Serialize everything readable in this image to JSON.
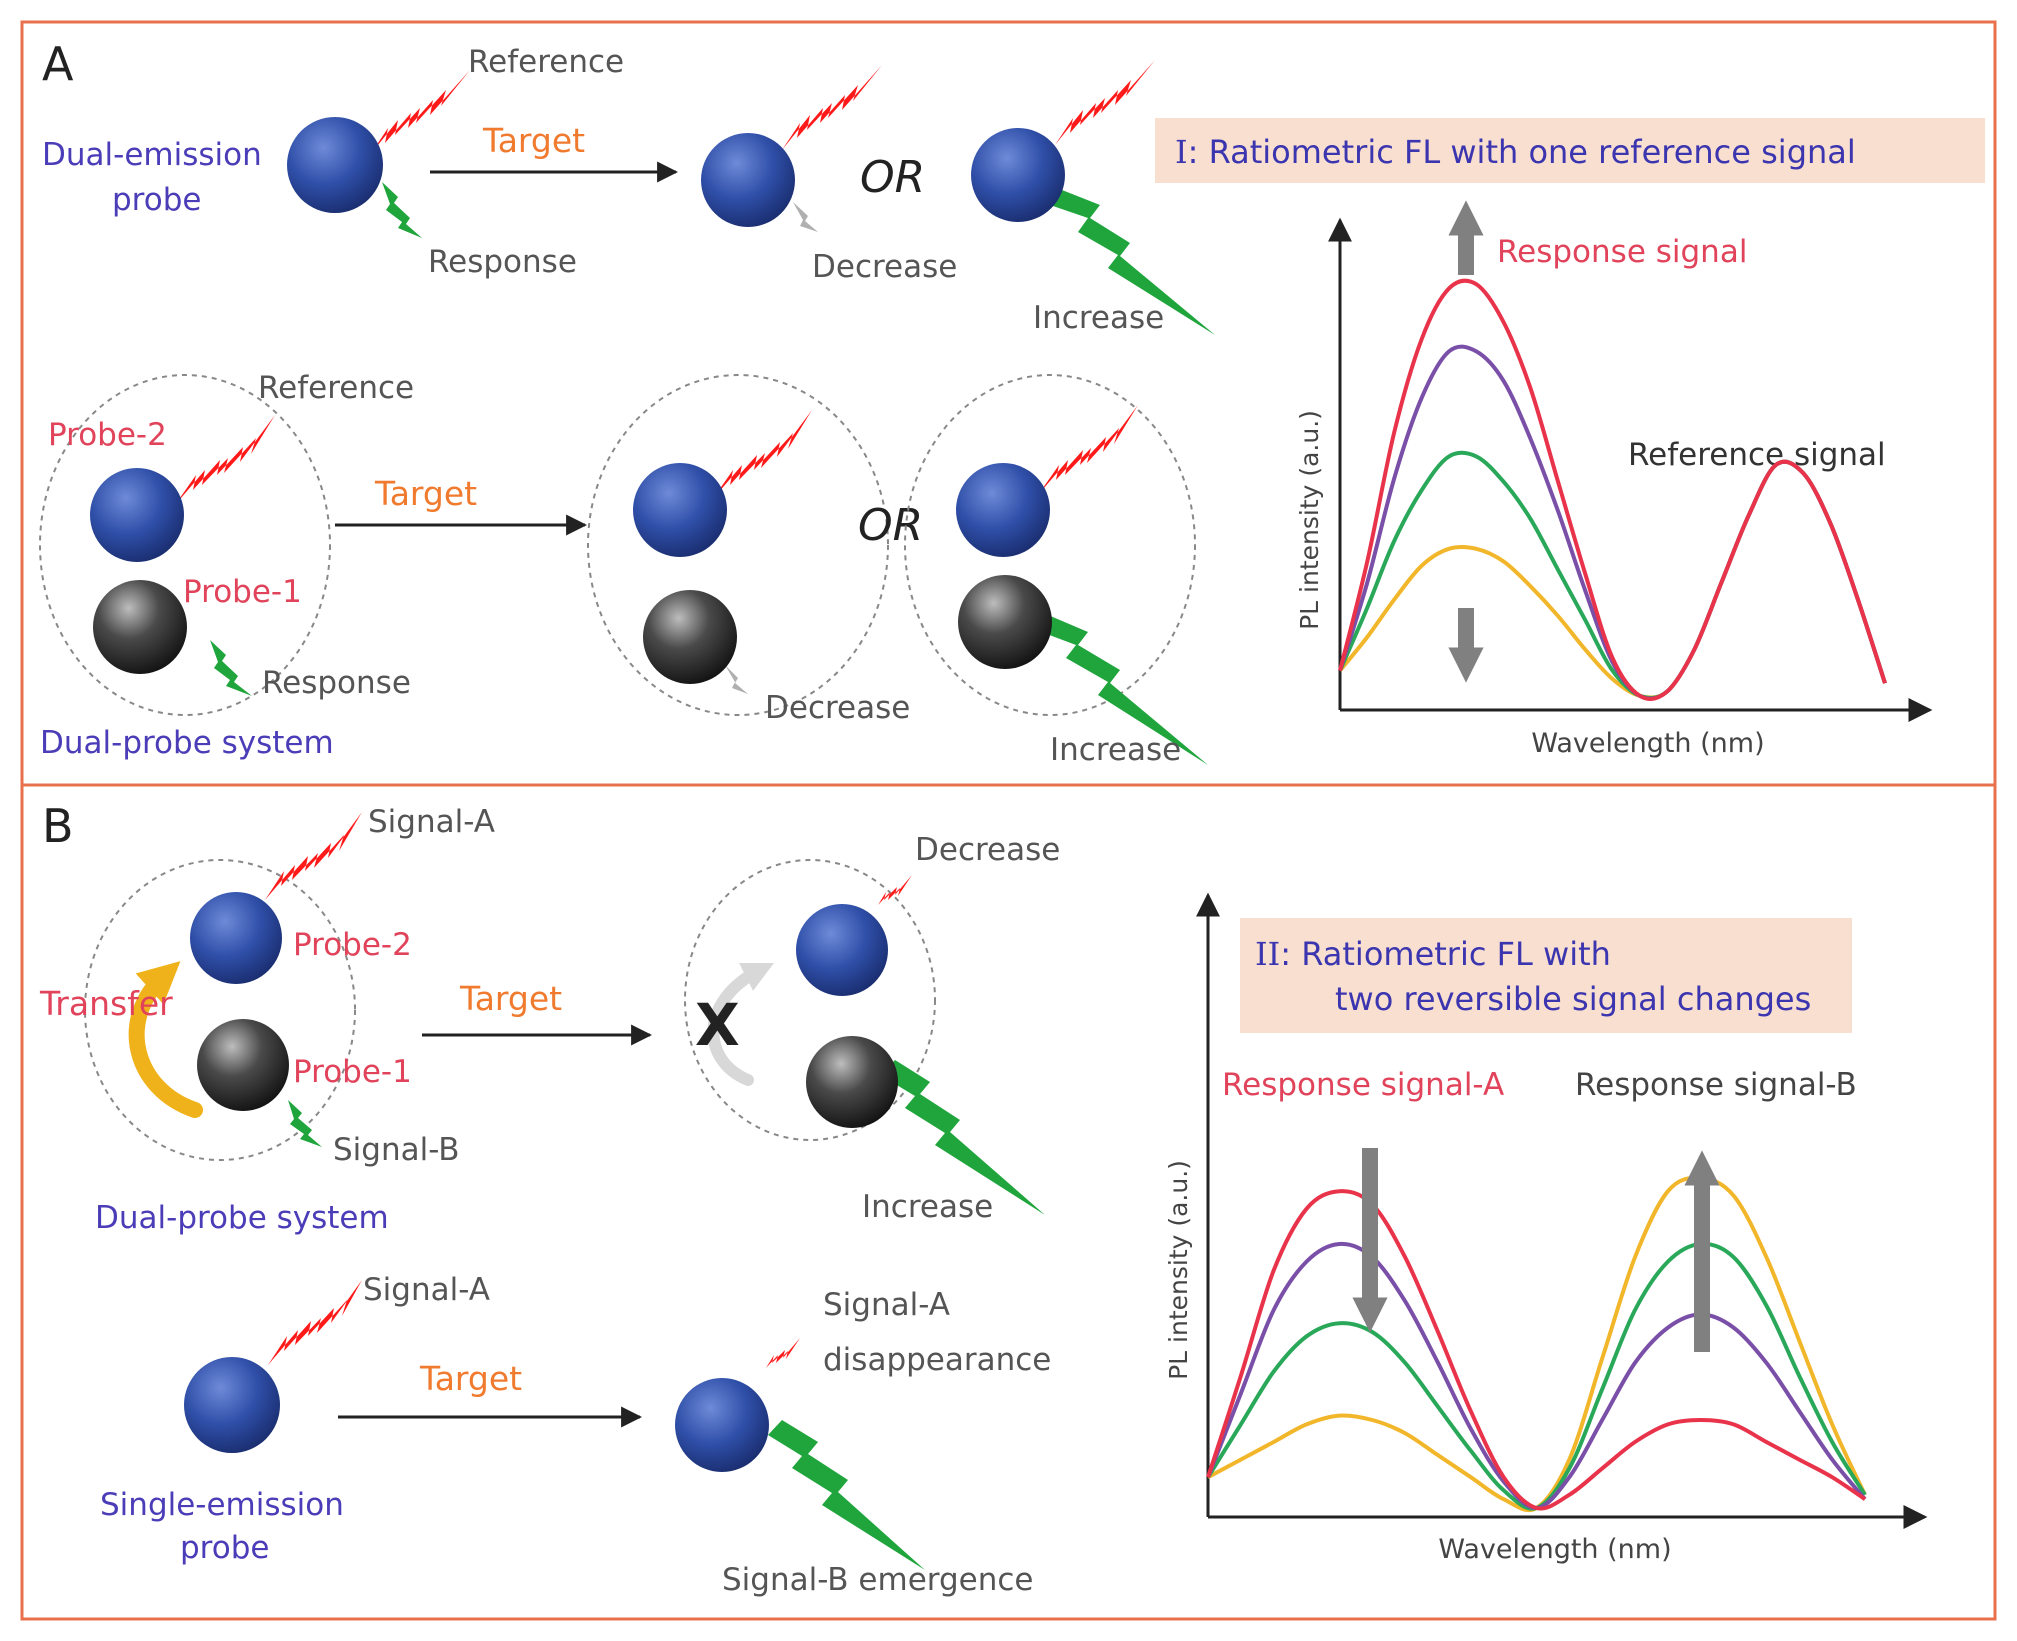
{
  "colors": {
    "frame": "#e9704c",
    "probe_blue": "#2f4fa8",
    "probe_dark": "#333333",
    "reference_red": "#ff1a1a",
    "response_green": "#1fa53c",
    "transfer_yellow": "#f0b21a",
    "label_blue": "#4b3db8",
    "label_red": "#e0435a",
    "label_orange": "#f07a2e",
    "label_gray": "#555555",
    "highlight_bg": "#f8dfcf",
    "curve_red": "#e8334a",
    "curve_purple": "#7a4fa8",
    "curve_green": "#2aa85a",
    "curve_yellow": "#f2b62a",
    "arrow_gray": "#808080"
  },
  "panel_a": {
    "letter": "A",
    "dual_emission": {
      "probe_name": "Dual-emission probe",
      "reference": "Reference",
      "response": "Response",
      "target": "Target",
      "or": "OR",
      "decrease": "Decrease",
      "increase": "Increase"
    },
    "dual_probe": {
      "probe2": "Probe-2",
      "probe1": "Probe-1",
      "reference": "Reference",
      "response": "Response",
      "system_name": "Dual-probe system",
      "target": "Target",
      "or": "OR",
      "decrease": "Decrease",
      "increase": "Increase"
    },
    "chart": {
      "title_prefix": "I",
      "title": ": Ratiometric FL with one reference signal",
      "response_label": "Response signal",
      "reference_label": "Reference signal",
      "xlabel": "Wavelength (nm)",
      "ylabel": "PL intensity (a.u.)"
    }
  },
  "panel_b": {
    "letter": "B",
    "dual_probe": {
      "signal_a": "Signal-A",
      "probe2": "Probe-2",
      "transfer": "Transfer",
      "probe1": "Probe-1",
      "signal_b": "Signal-B",
      "system_name": "Dual-probe system",
      "target": "Target",
      "decrease": "Decrease",
      "increase": "Increase",
      "blocked": "X"
    },
    "single_emission": {
      "signal_a": "Signal-A",
      "probe_name": "Single-emission probe",
      "target": "Target",
      "disappearance": "Signal-A disappearance",
      "emergence": "Signal-B emergence"
    },
    "chart": {
      "title_prefix": "II",
      "title_line1": ": Ratiometric FL with",
      "title_line2": "two reversible signal changes",
      "response_a": "Response signal-A",
      "response_b": "Response signal-B",
      "xlabel": "Wavelength (nm)",
      "ylabel": "PL intensity (a.u.)"
    }
  },
  "chart_data": [
    {
      "type": "line",
      "title": "I: Ratiometric FL with one reference signal",
      "xlabel": "Wavelength (nm)",
      "ylabel": "PL intensity (a.u.)",
      "x": [
        0,
        0.05,
        0.1,
        0.15,
        0.2,
        0.25,
        0.3,
        0.35,
        0.4,
        0.45,
        0.5,
        0.55,
        0.6,
        0.65,
        0.7,
        0.75,
        0.8,
        0.85,
        0.9,
        0.95,
        1.0
      ],
      "ylim": [
        0,
        1
      ],
      "series": [
        {
          "color": "red",
          "values": [
            0.07,
            0.33,
            0.64,
            0.86,
            0.98,
            0.99,
            0.9,
            0.74,
            0.52,
            0.3,
            0.1,
            0.01,
            0.02,
            0.12,
            0.28,
            0.44,
            0.56,
            0.54,
            0.42,
            0.24,
            0.04
          ]
        },
        {
          "color": "purple",
          "values": [
            0.07,
            0.28,
            0.53,
            0.72,
            0.83,
            0.83,
            0.76,
            0.62,
            0.45,
            0.26,
            0.09,
            0.01,
            0.02,
            0.12,
            0.28,
            0.44,
            0.56,
            0.54,
            0.42,
            0.24,
            0.04
          ]
        },
        {
          "color": "green",
          "values": [
            0.07,
            0.22,
            0.38,
            0.5,
            0.58,
            0.58,
            0.52,
            0.43,
            0.31,
            0.19,
            0.07,
            0.01,
            0.02,
            0.12,
            0.28,
            0.44,
            0.56,
            0.54,
            0.42,
            0.24,
            0.04
          ]
        },
        {
          "color": "yellow",
          "values": [
            0.07,
            0.15,
            0.24,
            0.32,
            0.36,
            0.36,
            0.33,
            0.27,
            0.2,
            0.12,
            0.05,
            0.01,
            0.02,
            0.12,
            0.28,
            0.44,
            0.56,
            0.54,
            0.42,
            0.24,
            0.04
          ]
        }
      ]
    },
    {
      "type": "line",
      "title": "II: Ratiometric FL with two reversible signal changes",
      "xlabel": "Wavelength (nm)",
      "ylabel": "PL intensity (a.u.)",
      "x": [
        0,
        0.05,
        0.1,
        0.15,
        0.2,
        0.25,
        0.3,
        0.35,
        0.4,
        0.45,
        0.5,
        0.55,
        0.6,
        0.65,
        0.7,
        0.75,
        0.8,
        0.85,
        0.9,
        0.95,
        1.0
      ],
      "ylim": [
        0,
        1
      ],
      "series": [
        {
          "color": "red",
          "values": [
            0.07,
            0.3,
            0.54,
            0.68,
            0.72,
            0.69,
            0.57,
            0.4,
            0.22,
            0.07,
            0.0,
            0.03,
            0.09,
            0.15,
            0.19,
            0.2,
            0.19,
            0.15,
            0.11,
            0.07,
            0.02
          ]
        },
        {
          "color": "purple",
          "values": [
            0.07,
            0.26,
            0.45,
            0.56,
            0.6,
            0.57,
            0.47,
            0.33,
            0.18,
            0.06,
            0.0,
            0.07,
            0.2,
            0.33,
            0.41,
            0.44,
            0.41,
            0.33,
            0.22,
            0.11,
            0.02
          ]
        },
        {
          "color": "green",
          "values": [
            0.07,
            0.19,
            0.31,
            0.39,
            0.42,
            0.4,
            0.33,
            0.23,
            0.13,
            0.04,
            0.0,
            0.09,
            0.27,
            0.45,
            0.56,
            0.6,
            0.57,
            0.46,
            0.3,
            0.15,
            0.03
          ]
        },
        {
          "color": "yellow",
          "values": [
            0.07,
            0.11,
            0.15,
            0.19,
            0.21,
            0.2,
            0.17,
            0.12,
            0.07,
            0.02,
            0.0,
            0.11,
            0.34,
            0.57,
            0.72,
            0.75,
            0.71,
            0.57,
            0.38,
            0.19,
            0.03
          ]
        }
      ]
    }
  ]
}
